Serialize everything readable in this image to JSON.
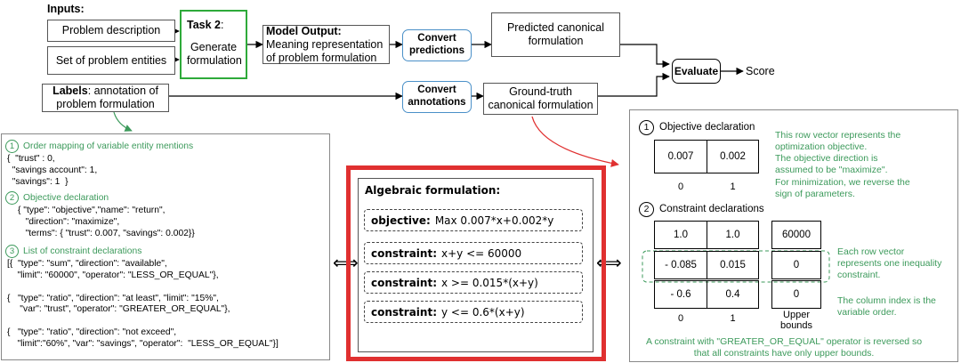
{
  "pipeline": {
    "inputs_label": "Inputs:",
    "problem_description": "Problem description",
    "problem_entities": "Set of problem entities",
    "labels_prefix": "Labels",
    "labels_rest": ": annotation of problem formulation",
    "task_title": "Task 2",
    "task_colon": ":",
    "task_body": "Generate formulation",
    "model_output_title": "Model Output:",
    "model_output_body": "Meaning  representation of problem formulation",
    "convert_predictions": "Convert predictions",
    "convert_annotations": "Convert annotations",
    "predicted": "Predicted canonical formulation",
    "ground_truth": "Ground-truth canonical formulation",
    "evaluate": "Evaluate",
    "score": "Score"
  },
  "left_panel": {
    "s1_num": "1",
    "s1_title": "Order mapping of variable entity mentions",
    "s1_code": "{  \"trust\" : 0,\n  \"savings account\": 1,\n  \"savings\": 1  }",
    "s2_num": "2",
    "s2_title": "Objective declaration",
    "s2_code": "{ \"type\": \"objective\",\"name\": \"return\",\n   \"direction\": \"maximize\",\n   \"terms\": { \"trust\": 0.007, \"savings\": 0.002}}",
    "s3_num": "3",
    "s3_title": "List of constraint declarations",
    "s3_code": "[{  \"type\": \"sum\", \"direction\": \"available\",\n    \"limit\": \"60000\", \"operator\": \"LESS_OR_EQUAL\"},\n\n{   \"type\": \"ratio\", \"direction\": \"at least\", \"limit\": \"15%\",\n     \"var\": \"trust\", \"operator\": \"GREATER_OR_EQUAL\"},\n\n{   \"type\": \"ratio\", \"direction\": \"not exceed\",\n    \"limit\":\"60%\", \"var\": \"savings\", \"operator\":  \"LESS_OR_EQUAL\"}]"
  },
  "middle": {
    "title": "Algebraic formulation:",
    "rows": [
      {
        "kw": "objective:",
        "expr": "Max 0.007*x+0.002*y"
      },
      {
        "kw": "constraint:",
        "expr": "x+y <= 60000"
      },
      {
        "kw": "constraint:",
        "expr": "x >= 0.015*(x+y)"
      },
      {
        "kw": "constraint:",
        "expr": "y <= 0.6*(x+y)"
      }
    ],
    "equiv_symbol": "⟺"
  },
  "right_panel": {
    "o_num": "1",
    "o_title": "Objective declaration",
    "o_cells": [
      "0.007",
      "0.002"
    ],
    "o_idx": [
      "0",
      "1"
    ],
    "o_note": "This row vector represents the\noptimization objective.\nThe objective direction is\nassumed to be \"maximize\".\nFor minimization, we reverse the\nsign of parameters.",
    "c_num": "2",
    "c_title": "Constraint declarations",
    "c_rows": [
      [
        "1.0",
        "1.0",
        "60000"
      ],
      [
        "- 0.085",
        "0.015",
        "0"
      ],
      [
        "- 0.6",
        "0.4",
        "0"
      ]
    ],
    "c_idx": [
      "0",
      "1"
    ],
    "c_upper": "Upper bounds",
    "c_note1": "Each row vector\nrepresents one inequality\nconstraint.",
    "c_note2": "The column index is the\nvariable order.",
    "c_footer": "A constraint with \"GREATER_OR_EQUAL\" operator is reversed so\nthat all constraints have only upper bounds."
  },
  "colors": {
    "task_border": "#2eaa3a",
    "highlight": "#e03030",
    "note_text": "#3c9a5b",
    "pill_border": "#4a90c8"
  }
}
